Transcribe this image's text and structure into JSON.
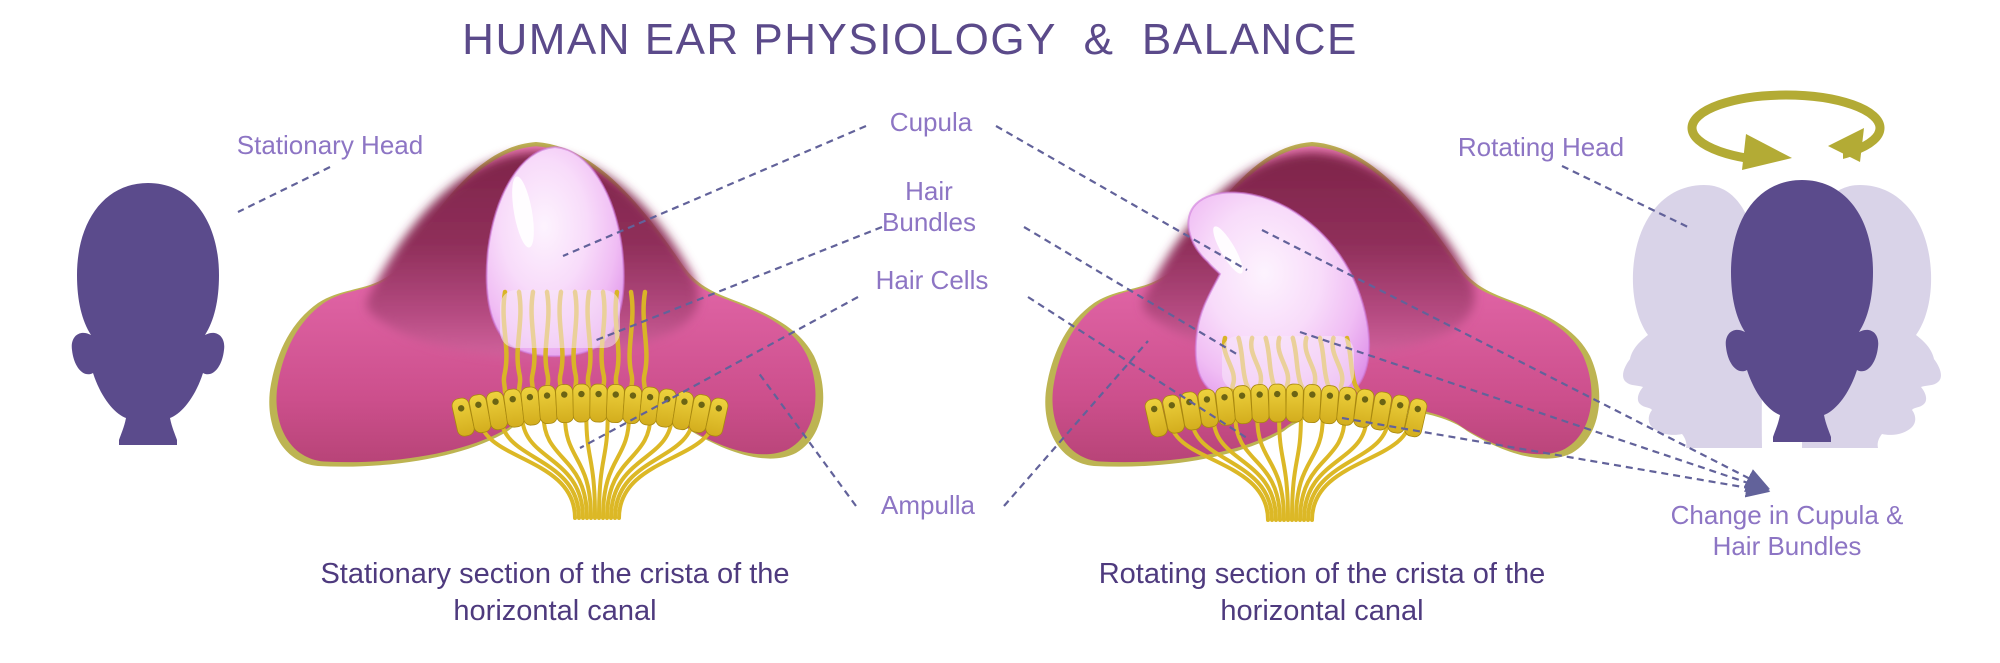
{
  "title": "HUMAN EAR PHYSIOLOGY  &  BALANCE",
  "labels": {
    "stationary_head": "Stationary Head",
    "cupula": "Cupula",
    "hair_bundles": "Hair Bundles",
    "hair_cells": "Hair Cells",
    "ampulla": "Ampulla",
    "rotating_head": "Rotating Head",
    "change_in_cupula": "Change in Cupula & Hair Bundles"
  },
  "captions": {
    "left": "Stationary section of the crista of the horizontal canal",
    "right": "Rotating section of the crista of the horizontal canal"
  },
  "icons": {
    "rotation_arrow": "rotation-arrow-icon"
  },
  "colors": {
    "title": "#5b4a8a",
    "label": "#8d75c4",
    "caption": "#4e3a7e",
    "leader": "#62629a",
    "head": "#5b4b8c",
    "ghost_head": "#d9d3e8",
    "olive_outline": "#bdb452",
    "ampulla_pink": "#de62a2",
    "cavity_maroon": "#8c2d56",
    "cupula_light": "#f6d4f8",
    "hair_gold": "#dfbc2b"
  }
}
